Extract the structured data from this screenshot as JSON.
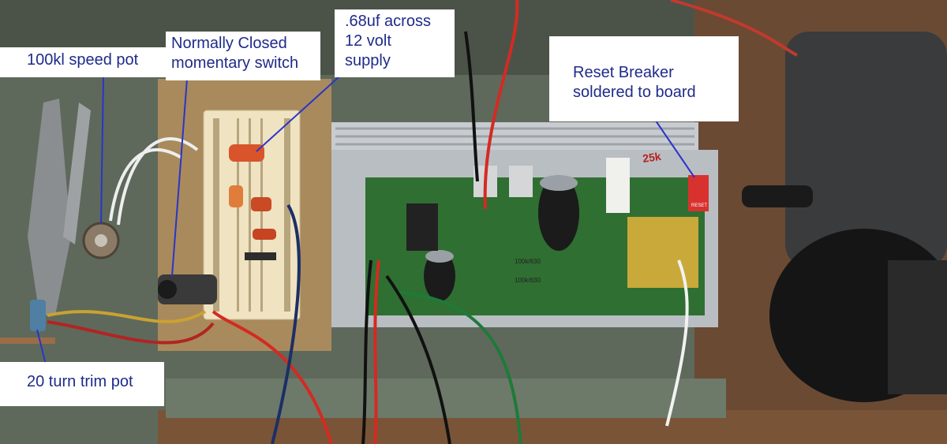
{
  "annotations": {
    "speed_pot": "100kl speed pot",
    "switch": [
      "Normally Closed",
      "momentary switch"
    ],
    "capacitor": [
      ".68uf across",
      "12 volt",
      "supply"
    ],
    "breaker": [
      "Reset Breaker",
      "soldered to board"
    ],
    "trim_pot": "20 turn trim pot"
  },
  "board_markings": {
    "resistor_1": "100k/630",
    "resistor_2": "100k/630",
    "reset": "RESET",
    "handwritten": "25k"
  },
  "colors": {
    "label_text": "#1f2b8a",
    "pointer_line": "#2a35c9",
    "label_background": "#ffffff",
    "pcb_green": "#2f6f32",
    "wire_red": "#d42a22"
  }
}
